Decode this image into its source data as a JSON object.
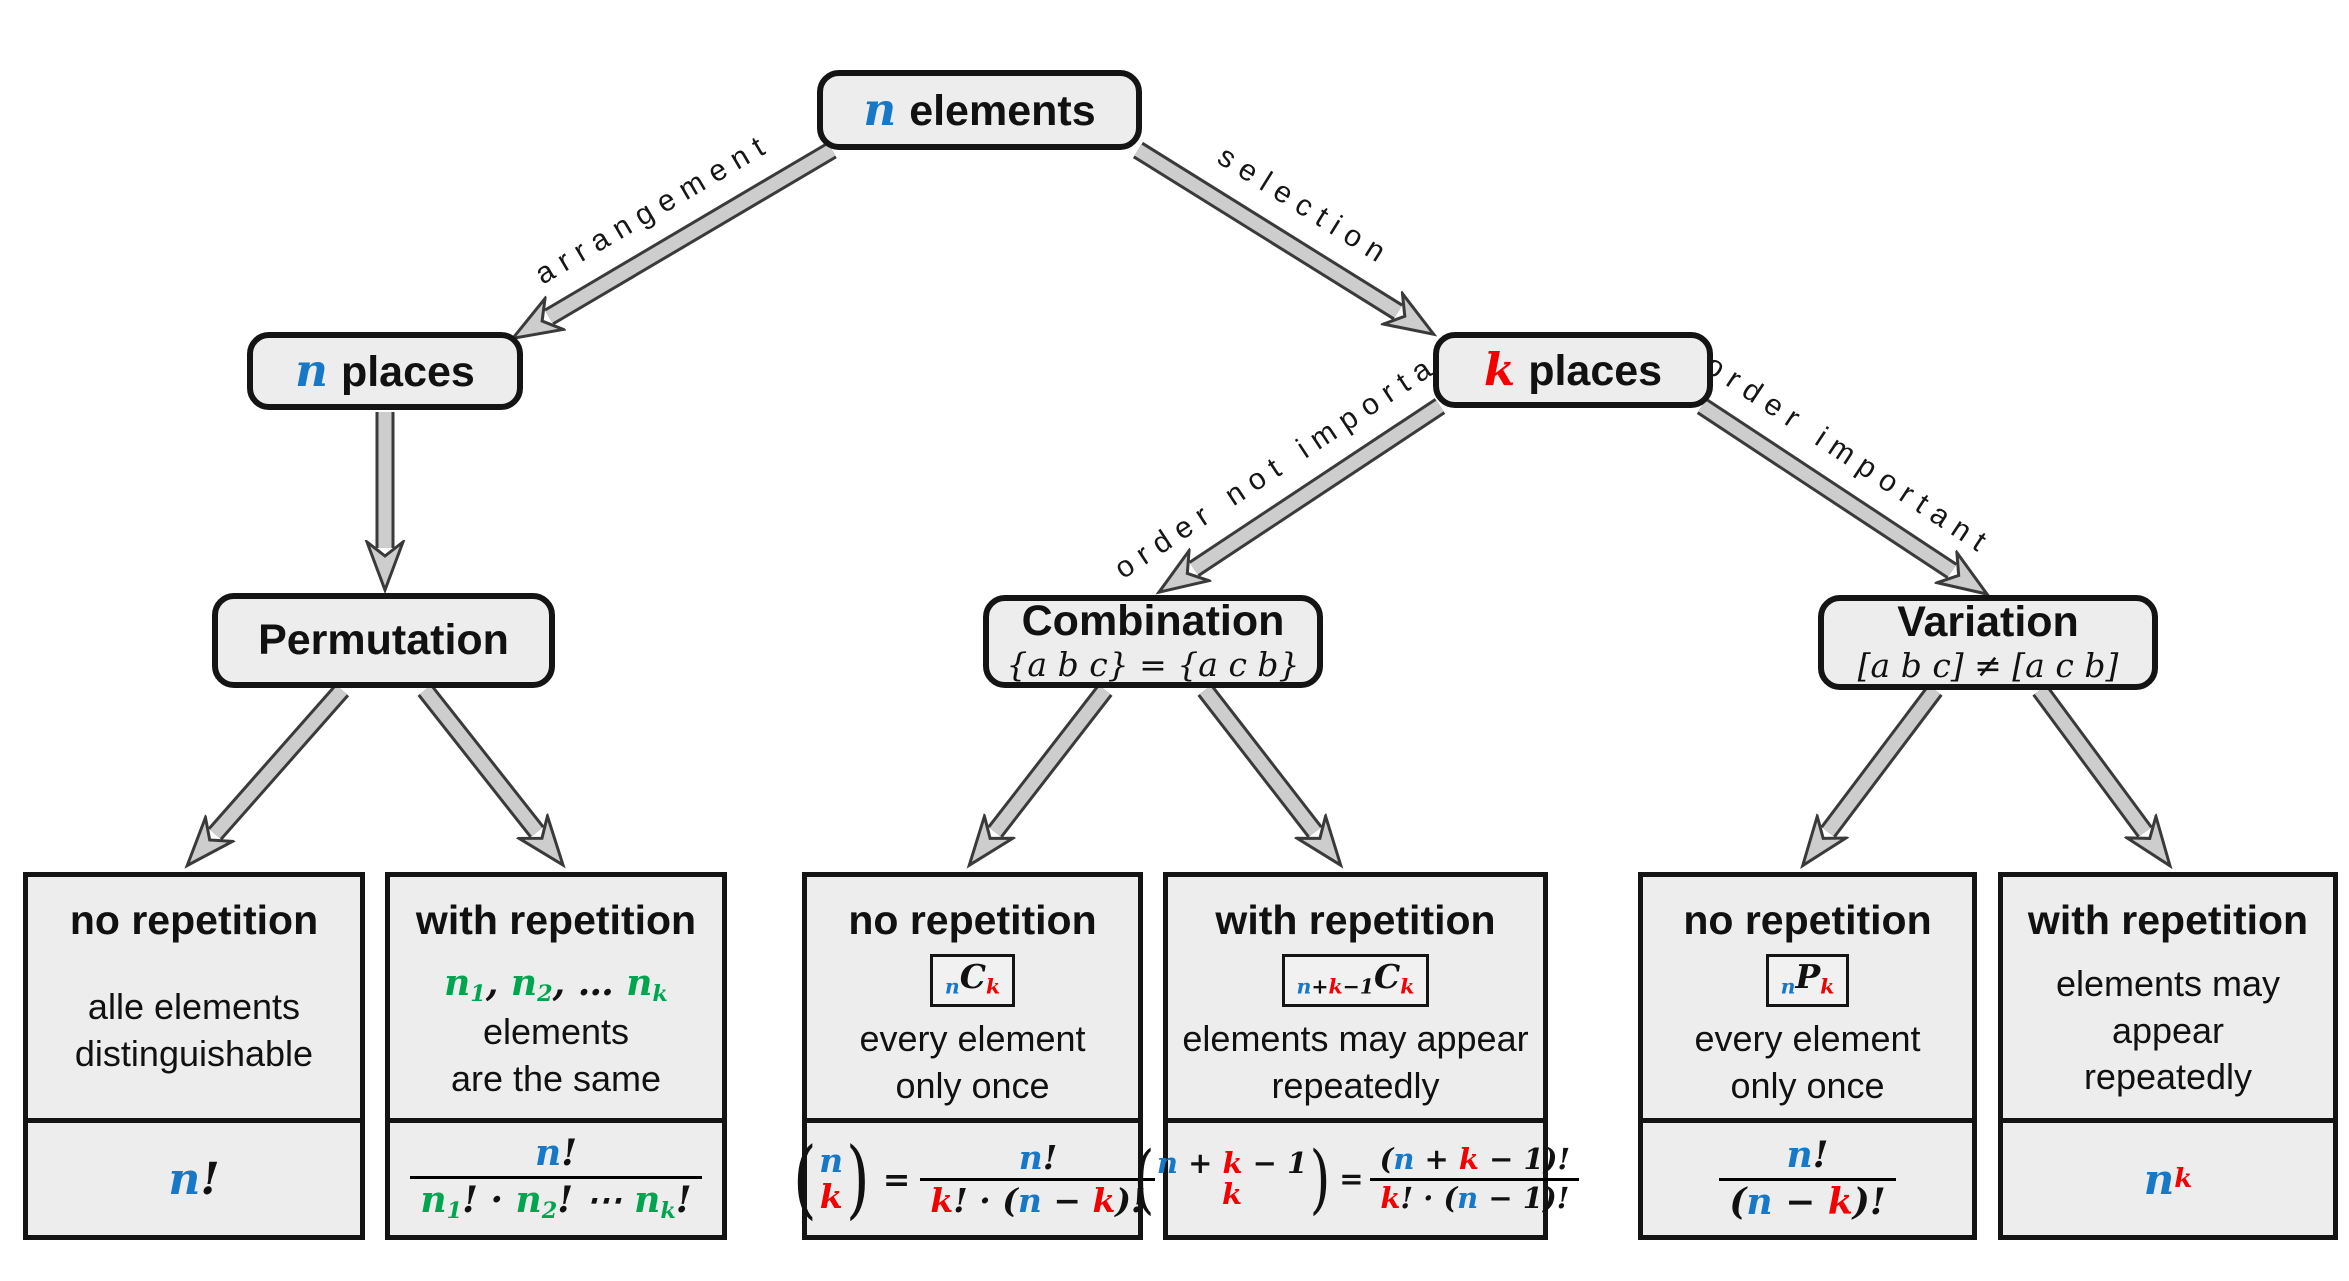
{
  "palette": {
    "blue": "#1778c8",
    "red": "#f40000",
    "green": "#00a64f",
    "box_fill": "#ededed",
    "arrow_fill": "#cdcdcd",
    "arrow_outline": "#3a3a3a"
  },
  "edges": {
    "arrangement": "arrangement",
    "selection": "selection",
    "order_not_important": "order not important",
    "order_important": "order important"
  },
  "nodes": {
    "root": {
      "var": "n",
      "text": "elements"
    },
    "n_places": {
      "var": "n",
      "text": "places"
    },
    "k_places": {
      "var": "k",
      "text": "places"
    },
    "permutation": {
      "title": "Permutation"
    },
    "combination": {
      "title": "Combination",
      "subtitle": "{a b c} = {a c b}"
    },
    "variation": {
      "title": "Variation",
      "subtitle": "[a b c] ≠ [a c b]"
    }
  },
  "leaves": [
    {
      "header": "no repetition",
      "desc": [
        [
          {
            "t": "alle elements"
          }
        ],
        [
          {
            "t": "distinguishable"
          }
        ]
      ],
      "formula": {
        "plain": [
          {
            "t": "n",
            "c": "b"
          },
          {
            "t": "!"
          }
        ]
      }
    },
    {
      "header": "with repetition",
      "desc": [
        [
          {
            "t": "n",
            "c": "g",
            "f": "m"
          },
          {
            "t": "1",
            "c": "g",
            "f": "m",
            "s": "sub"
          },
          {
            "t": ", ",
            "f": "m"
          },
          {
            "t": "n",
            "c": "g",
            "f": "m"
          },
          {
            "t": "2",
            "c": "g",
            "f": "m",
            "s": "sub"
          },
          {
            "t": ", … ",
            "f": "m"
          },
          {
            "t": "n",
            "c": "g",
            "f": "m"
          },
          {
            "t": "k",
            "c": "g",
            "f": "m",
            "s": "sub"
          },
          {
            "t": " elements"
          }
        ],
        [
          {
            "t": "are the same"
          }
        ]
      ],
      "formula": {
        "num": [
          {
            "t": "n",
            "c": "b"
          },
          {
            "t": "!"
          }
        ],
        "den": [
          {
            "t": "n",
            "c": "g"
          },
          {
            "t": "1",
            "c": "g",
            "s": "sub"
          },
          {
            "t": "!"
          },
          {
            "t": " · "
          },
          {
            "t": "n",
            "c": "g"
          },
          {
            "t": "2",
            "c": "g",
            "s": "sub"
          },
          {
            "t": "!"
          },
          {
            "t": " ⋯ "
          },
          {
            "t": "n",
            "c": "g"
          },
          {
            "t": "k",
            "c": "g",
            "s": "sub"
          },
          {
            "t": "!"
          }
        ]
      }
    },
    {
      "header": "no repetition",
      "badge": [
        {
          "t": "n",
          "c": "b",
          "s": "sub"
        },
        {
          "t": "C"
        },
        {
          "t": "k",
          "c": "r",
          "s": "sub"
        }
      ],
      "desc": [
        [
          {
            "t": "every element"
          }
        ],
        [
          {
            "t": "only once"
          }
        ]
      ],
      "formula": {
        "open": "(",
        "close": ")",
        "eq": "=",
        "binom_top": [
          {
            "t": "n",
            "c": "b"
          }
        ],
        "binom_bottom": [
          {
            "t": "k",
            "c": "r"
          }
        ],
        "num": [
          {
            "t": "n",
            "c": "b"
          },
          {
            "t": "!"
          }
        ],
        "den": [
          {
            "t": "k",
            "c": "r"
          },
          {
            "t": "! · ("
          },
          {
            "t": "n",
            "c": "b"
          },
          {
            "t": " − "
          },
          {
            "t": "k",
            "c": "r"
          },
          {
            "t": ")!"
          }
        ]
      }
    },
    {
      "header": "with repetition",
      "badge": [
        {
          "t": "n",
          "c": "b",
          "s": "sub"
        },
        {
          "t": "+",
          "s": "sub"
        },
        {
          "t": "k",
          "c": "r",
          "s": "sub"
        },
        {
          "t": "−1",
          "s": "sub"
        },
        {
          "t": "C"
        },
        {
          "t": "k",
          "c": "r",
          "s": "sub"
        }
      ],
      "desc": [
        [
          {
            "t": "elements may appear"
          }
        ],
        [
          {
            "t": "repeatedly"
          }
        ]
      ],
      "formula": {
        "open": "(",
        "close": ")",
        "eq": "=",
        "binom_top": [
          {
            "t": "n",
            "c": "b"
          },
          {
            "t": " + "
          },
          {
            "t": "k",
            "c": "r"
          },
          {
            "t": " − 1"
          }
        ],
        "binom_bottom": [
          {
            "t": "k",
            "c": "r"
          }
        ],
        "num": [
          {
            "t": "("
          },
          {
            "t": "n",
            "c": "b"
          },
          {
            "t": " + "
          },
          {
            "t": "k",
            "c": "r"
          },
          {
            "t": " − 1"
          },
          {
            "t": ")!"
          }
        ],
        "den": [
          {
            "t": "k",
            "c": "r"
          },
          {
            "t": "! · ("
          },
          {
            "t": "n",
            "c": "b"
          },
          {
            "t": " − 1"
          },
          {
            "t": ")!"
          }
        ]
      }
    },
    {
      "header": "no repetition",
      "badge": [
        {
          "t": "n",
          "c": "b",
          "s": "sub"
        },
        {
          "t": "P"
        },
        {
          "t": "k",
          "c": "r",
          "s": "sub"
        }
      ],
      "desc": [
        [
          {
            "t": "every element"
          }
        ],
        [
          {
            "t": "only once"
          }
        ]
      ],
      "formula": {
        "num": [
          {
            "t": "n",
            "c": "b"
          },
          {
            "t": "!"
          }
        ],
        "den": [
          {
            "t": "("
          },
          {
            "t": "n",
            "c": "b"
          },
          {
            "t": " − "
          },
          {
            "t": "k",
            "c": "r"
          },
          {
            "t": ")!"
          }
        ]
      }
    },
    {
      "header": "with repetition",
      "desc": [
        [
          {
            "t": "elements may appear"
          }
        ],
        [
          {
            "t": "repeatedly"
          }
        ]
      ],
      "formula": {
        "plain": [
          {
            "t": "n",
            "c": "b"
          },
          {
            "t": "k",
            "c": "r",
            "s": "sup"
          }
        ]
      }
    }
  ]
}
